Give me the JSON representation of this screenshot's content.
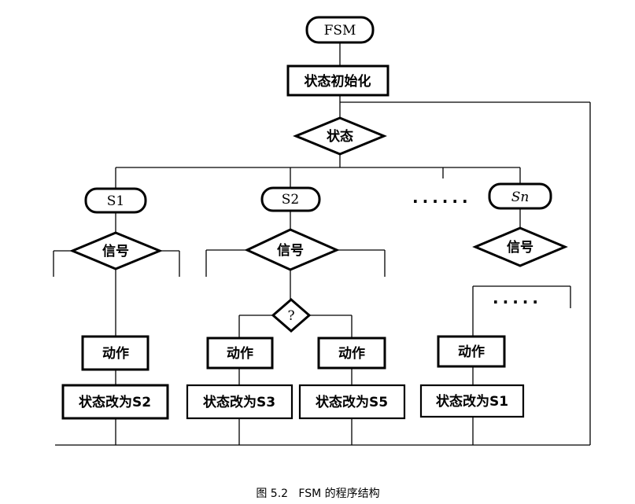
{
  "nodes": {
    "start": "FSM",
    "init": "状态初始化",
    "switch": "状态",
    "s1": "S1",
    "s2": "S2",
    "sn": "Sn",
    "signal": "信号",
    "condition": "?",
    "action": "动作",
    "to_s2": "状态改为S2",
    "to_s3": "状态改为S3",
    "to_s5": "状态改为S5",
    "to_s1": "状态改为S1",
    "ellipsis_states": "......",
    "ellipsis_branches": "....."
  },
  "caption": "图 5.2   FSM 的程序结构"
}
